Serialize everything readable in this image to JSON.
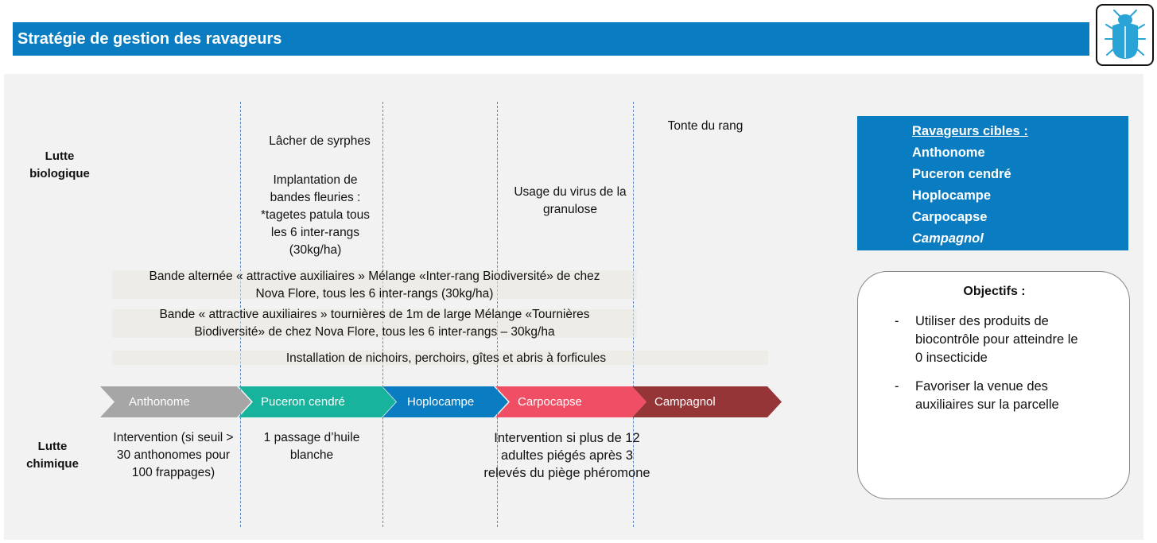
{
  "header": {
    "title": "Stratégie de gestion des ravageurs",
    "logo_icon": "beetle-icon"
  },
  "rows": {
    "biological_label": "Lutte\nbiologique",
    "chemical_label": "Lutte\nchimique"
  },
  "biological": {
    "syrphes": "Lâcher de syrphes",
    "bandes_fleuries": "Implantation de\nbandes fleuries :\n*tagetes patula tous\nles 6 inter-rangs\n(30kg/ha)",
    "virus": "Usage du virus de la\ngranulose",
    "tonte": "Tonte du rang"
  },
  "bands": [
    "Bande alternée « attractive auxiliaires » Mélange «Inter-rang Biodiversité» de chez\nNova Flore, tous les 6 inter-rangs (30kg/ha)",
    "Bande « attractive auxiliaires » tournières de 1m de large Mélange «Tournières\nBiodiversité» de chez Nova Flore, tous les 6 inter-rangs – 30kg/ha",
    "Installation de nichoirs, perchoirs, gîtes et abris à forficules"
  ],
  "pests_timeline": [
    {
      "label": "Anthonome",
      "color": "#a6a6a6"
    },
    {
      "label": "Puceron cendré",
      "color": "#17b39c"
    },
    {
      "label": "Hoplocampe",
      "color": "#0a7cc1"
    },
    {
      "label": "Carpocapse",
      "color": "#f04e64"
    },
    {
      "label": "Campagnol",
      "color": "#963538"
    }
  ],
  "chemical": {
    "anthonome": "Intervention (si seuil >\n30 anthonomes pour\n100 frappages)",
    "huile": "1 passage d’huile\nblanche",
    "pheromone": "Intervention si plus de 12\nadultes piégés après 3\nrelevés du piège phéromone"
  },
  "targets": {
    "heading": "Ravageurs cibles :",
    "items": [
      "Anthonome",
      "Puceron cendré",
      "Hoplocampe",
      "Carpocapse",
      "Campagnol"
    ]
  },
  "objectives": {
    "heading": "Objectifs :",
    "items": [
      "Utiliser des produits de\nbiocontrôle pour atteindre le\n0 insecticide",
      "Favoriser la venue des\nauxiliaires sur la parcelle"
    ],
    "bullet": "-"
  }
}
